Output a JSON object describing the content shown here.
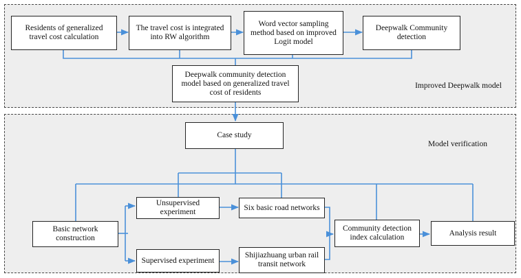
{
  "colors": {
    "connector": "#4a90d9",
    "panel_bg": "#eeeeee",
    "border": "#222222"
  },
  "model_section": {
    "label": "Improved Deepwalk model",
    "steps": [
      "Residents of generalized\ntravel cost calculation",
      "The travel cost is integrated\ninto RW algorithm",
      "Word vector sampling\nmethod based on improved\nLogit model",
      "Deepwalk Community\ndetection"
    ],
    "result": "Deepwalk community detection\nmodel based on generalized travel\ncost of residents"
  },
  "verification_section": {
    "label": "Model verification",
    "case_study": "Case study",
    "basic_network": "Basic network\nconstruction",
    "unsupervised": "Unsupervised\nexperiment",
    "supervised": "Supervised experiment",
    "six_roads": "Six basic road networks",
    "rail_network": "Shijiazhuang urban rail\ntransit network",
    "index_calc": "Community detection\nindex calculation",
    "analysis": "Analysis result"
  }
}
